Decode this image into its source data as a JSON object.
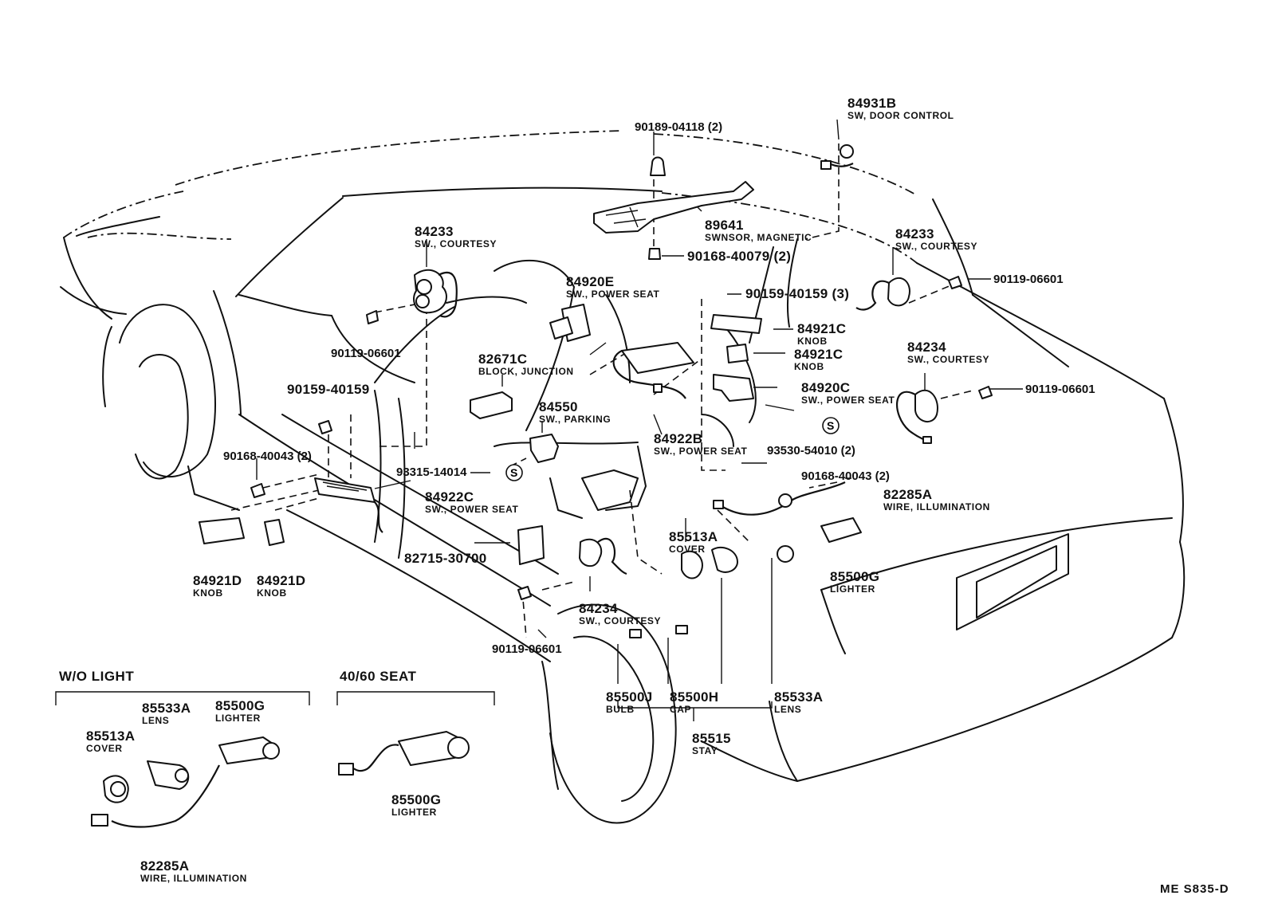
{
  "callouts": {
    "p90189": {
      "number": "90189-04118 (2)"
    },
    "p84931B": {
      "number": "84931B",
      "desc": "SW, DOOR CONTROL"
    },
    "p89641": {
      "number": "89641",
      "desc": "SWNSOR, MAGNETIC"
    },
    "p90168_40079": {
      "number": "90168-40079 (2)"
    },
    "p84233_left": {
      "number": "84233",
      "desc": "SW., COURTESY"
    },
    "p84233_right": {
      "number": "84233",
      "desc": "SW., COURTESY"
    },
    "p90119_r1": {
      "number": "90119-06601"
    },
    "p84920E": {
      "number": "84920E",
      "desc": "SW., POWER SEAT"
    },
    "p90159_40159_3": {
      "number": "90159-40159 (3)"
    },
    "p84921C_1": {
      "number": "84921C",
      "desc": "KNOB"
    },
    "p84921C_2": {
      "number": "84921C",
      "desc": "KNOB"
    },
    "p84234_right": {
      "number": "84234",
      "desc": "SW., COURTESY"
    },
    "p84920C": {
      "number": "84920C",
      "desc": "SW., POWER SEAT"
    },
    "p90119_r2": {
      "number": "90119-06601"
    },
    "p90119_left": {
      "number": "90119-06601"
    },
    "p82671C": {
      "number": "82671C",
      "desc": "BLOCK, JUNCTION"
    },
    "p90159_40159": {
      "number": "90159-40159"
    },
    "p84550": {
      "number": "84550",
      "desc": "SW., PARKING"
    },
    "p84922B": {
      "number": "84922B",
      "desc": "SW., POWER SEAT"
    },
    "p93530": {
      "number": "93530-54010 (2)"
    },
    "p90168_40043_left": {
      "number": "90168-40043 (2)"
    },
    "p93315": {
      "number": "93315-14014"
    },
    "p90168_40043_right": {
      "number": "90168-40043 (2)"
    },
    "p84922C": {
      "number": "84922C",
      "desc": "SW., POWER SEAT"
    },
    "p82285A": {
      "number": "82285A",
      "desc": "WIRE, ILLUMINATION"
    },
    "p85513A": {
      "number": "85513A",
      "desc": "COVER"
    },
    "p82715": {
      "number": "82715-30700"
    },
    "p85500G": {
      "number": "85500G",
      "desc": "LIGHTER"
    },
    "p84921D_1": {
      "number": "84921D",
      "desc": "KNOB"
    },
    "p84921D_2": {
      "number": "84921D",
      "desc": "KNOB"
    },
    "p84234_center": {
      "number": "84234",
      "desc": "SW., COURTESY"
    },
    "p90119_center": {
      "number": "90119-06601"
    },
    "p85500J": {
      "number": "85500J",
      "desc": "BULB"
    },
    "p85500H": {
      "number": "85500H",
      "desc": "CAP"
    },
    "p85533A": {
      "number": "85533A",
      "desc": "LENS"
    },
    "p85515": {
      "number": "85515",
      "desc": "STAY"
    }
  },
  "insets": {
    "wo_light": {
      "title": "W/O LIGHT",
      "p85533A": {
        "number": "85533A",
        "desc": "LENS"
      },
      "p85500G": {
        "number": "85500G",
        "desc": "LIGHTER"
      },
      "p85513A": {
        "number": "85513A",
        "desc": "COVER"
      },
      "p82285A": {
        "number": "82285A",
        "desc": "WIRE, ILLUMINATION"
      }
    },
    "seat_4060": {
      "title": "40/60 SEAT",
      "p85500G": {
        "number": "85500G",
        "desc": "LIGHTER"
      }
    }
  },
  "symbols": {
    "screw_mark": "S"
  },
  "drawing_code": "ME  S835-D"
}
